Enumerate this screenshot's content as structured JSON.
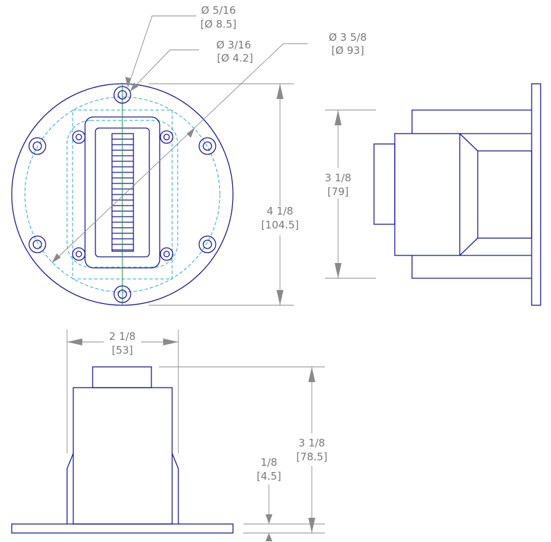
{
  "dimensions": {
    "mount_hole": {
      "imperial": "Ø 5/16",
      "metric": "[Ø 8.5]"
    },
    "small_hole": {
      "imperial": "Ø 3/16",
      "metric": "[Ø 4.2]"
    },
    "bolt_circle": {
      "imperial": "Ø 3 5/8",
      "metric": "[Ø 93]"
    },
    "front_height": {
      "imperial": "4 1/8",
      "metric": "[104.5]"
    },
    "side_height": {
      "imperial": "3 1/8",
      "metric": "[79]"
    },
    "bottom_width": {
      "imperial": "2 1/8",
      "metric": "[53]"
    },
    "bottom_height": {
      "imperial": "3 1/8",
      "metric": "[78.5]"
    },
    "flange_thickness": {
      "imperial": "1/8",
      "metric": "[4.5]"
    }
  },
  "colors": {
    "object_line": "#1a1a9c",
    "hidden_line": "#2aa6c8",
    "dimension_line": "#8a8a8a",
    "center_line": "#1c8c3c"
  }
}
